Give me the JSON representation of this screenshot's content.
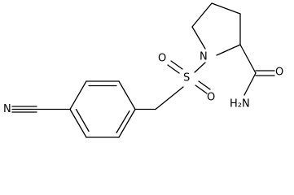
{
  "molecule": {
    "atoms": {
      "nitrile_n": "N",
      "sulfonyl_o_upper": "O",
      "sulfonyl_o_lower": "O",
      "sulfur": "S",
      "ring_n": "N",
      "amide_o": "O",
      "amide_n": "H₂N"
    },
    "colors": {
      "bond": "#000000",
      "text": "#000000",
      "background": "#ffffff"
    }
  }
}
